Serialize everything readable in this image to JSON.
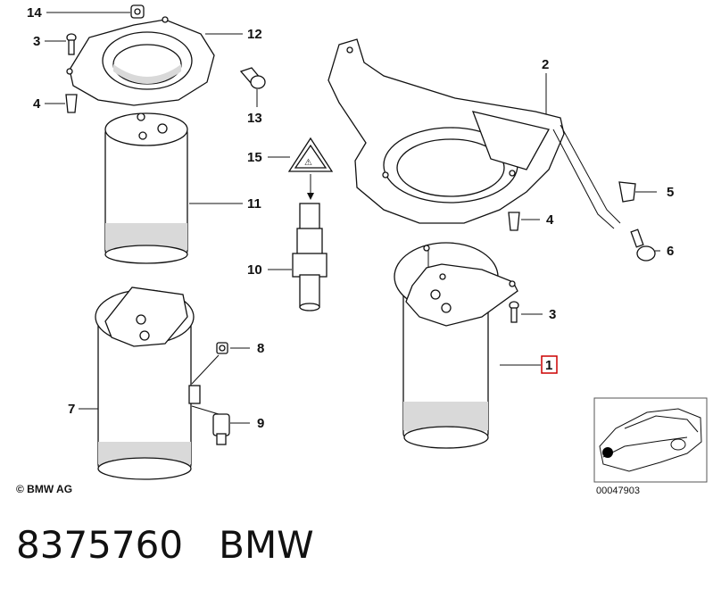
{
  "callouts": {
    "c1": "1",
    "c2": "2",
    "c3a": "3",
    "c3b": "3",
    "c4a": "4",
    "c4b": "4",
    "c5": "5",
    "c6": "6",
    "c7": "7",
    "c8": "8",
    "c9": "9",
    "c10": "10",
    "c11": "11",
    "c12": "12",
    "c13": "13",
    "c14": "14",
    "c15": "15"
  },
  "highlight_color": "#cc0000",
  "highlighted_part": "1",
  "copyright": "© BMW AG",
  "inset_ref": "00047903",
  "caption": {
    "part_number": "8375760",
    "brand": "BMW"
  }
}
